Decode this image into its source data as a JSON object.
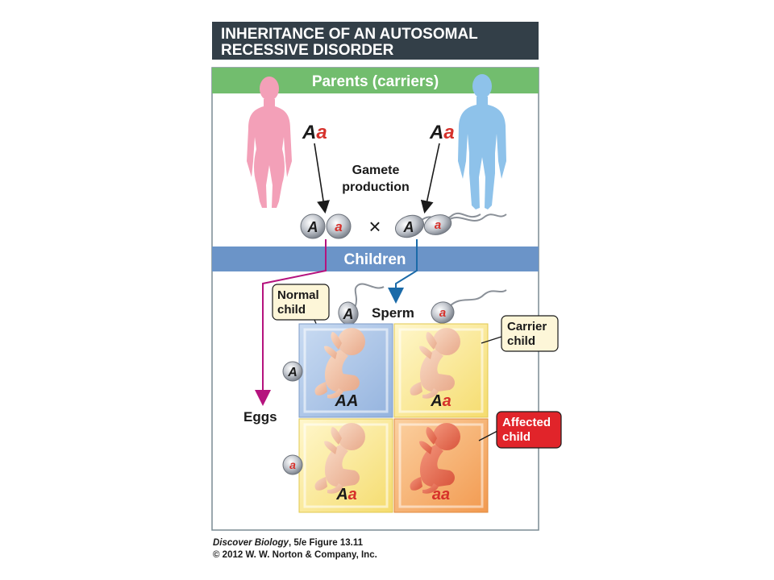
{
  "figure": {
    "title_line1": "INHERITANCE OF AN AUTOSOMAL",
    "title_line2": "RECESSIVE DISORDER",
    "parents_header": "Parents (carriers)",
    "children_header": "Children",
    "colors": {
      "title_bg": "#333f48",
      "green_band": "#72bd6e",
      "blue_band": "#6b94c8",
      "female": "#f3a0b8",
      "male": "#8ec2ea",
      "allele_red": "#d6312b",
      "egg_arrow": "#b5137e",
      "sperm_arrow": "#1a6aa8",
      "affected_red": "#e1242a",
      "cell_blue": "#a8c3e6",
      "cell_yellow": "#f9e58a",
      "cell_orange": "#f5b06d"
    }
  },
  "parents": {
    "mother_genotype": {
      "dominant": "A",
      "recessive": "a"
    },
    "father_genotype": {
      "dominant": "A",
      "recessive": "a"
    },
    "gamete_label_line1": "Gamete",
    "gamete_label_line2": "production",
    "cross_symbol": "×",
    "mother_gametes": [
      "A",
      "a"
    ],
    "father_gametes": [
      "A",
      "a"
    ]
  },
  "punnett": {
    "sperm_label": "Sperm",
    "eggs_label": "Eggs",
    "sperm_alleles": [
      "A",
      "a"
    ],
    "egg_alleles": [
      "A",
      "a"
    ],
    "cells": [
      {
        "genotype_1": "A",
        "genotype_2": "A",
        "type": "normal"
      },
      {
        "genotype_1": "A",
        "genotype_2": "a",
        "type": "carrier"
      },
      {
        "genotype_1": "A",
        "genotype_2": "a",
        "type": "carrier"
      },
      {
        "genotype_1": "a",
        "genotype_2": "a",
        "type": "affected"
      }
    ],
    "callouts": {
      "normal_line1": "Normal",
      "normal_line2": "child",
      "carrier_line1": "Carrier",
      "carrier_line2": "child",
      "affected_line1": "Affected",
      "affected_line2": "child"
    }
  },
  "credit": {
    "book": "Discover Biology",
    "book_suffix": ", 5/e  Figure 13.11",
    "copyright": "© 2012 W. W. Norton & Company, Inc."
  }
}
